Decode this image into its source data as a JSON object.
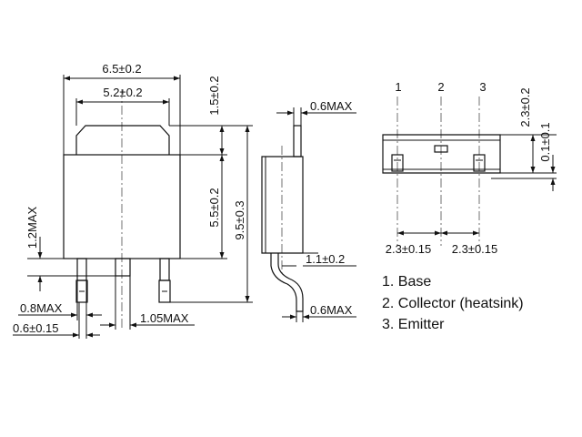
{
  "front_view": {
    "width_total": "6.5±0.2",
    "width_tab": "5.2±0.2",
    "tab_height": "1.5±0.2",
    "body_height": "5.5±0.2",
    "total_height": "9.5±0.3",
    "lead_standoff": "1.2MAX",
    "lead_width": "0.8MAX",
    "lead_foot_width": "0.6±0.15",
    "center_lead": "1.05MAX"
  },
  "side_view": {
    "tab_thickness": "0.6MAX",
    "lead_offset": "1.1±0.2",
    "lead_thickness": "0.6MAX"
  },
  "end_view": {
    "pin_numbers": [
      "1",
      "2",
      "3"
    ],
    "pitch_left": "2.3±0.15",
    "pitch_right": "2.3±0.15",
    "height": "2.3±0.2",
    "standoff": "0.1±0.1"
  },
  "legend": [
    "1. Base",
    "2. Collector (heatsink)",
    "3. Emitter"
  ]
}
